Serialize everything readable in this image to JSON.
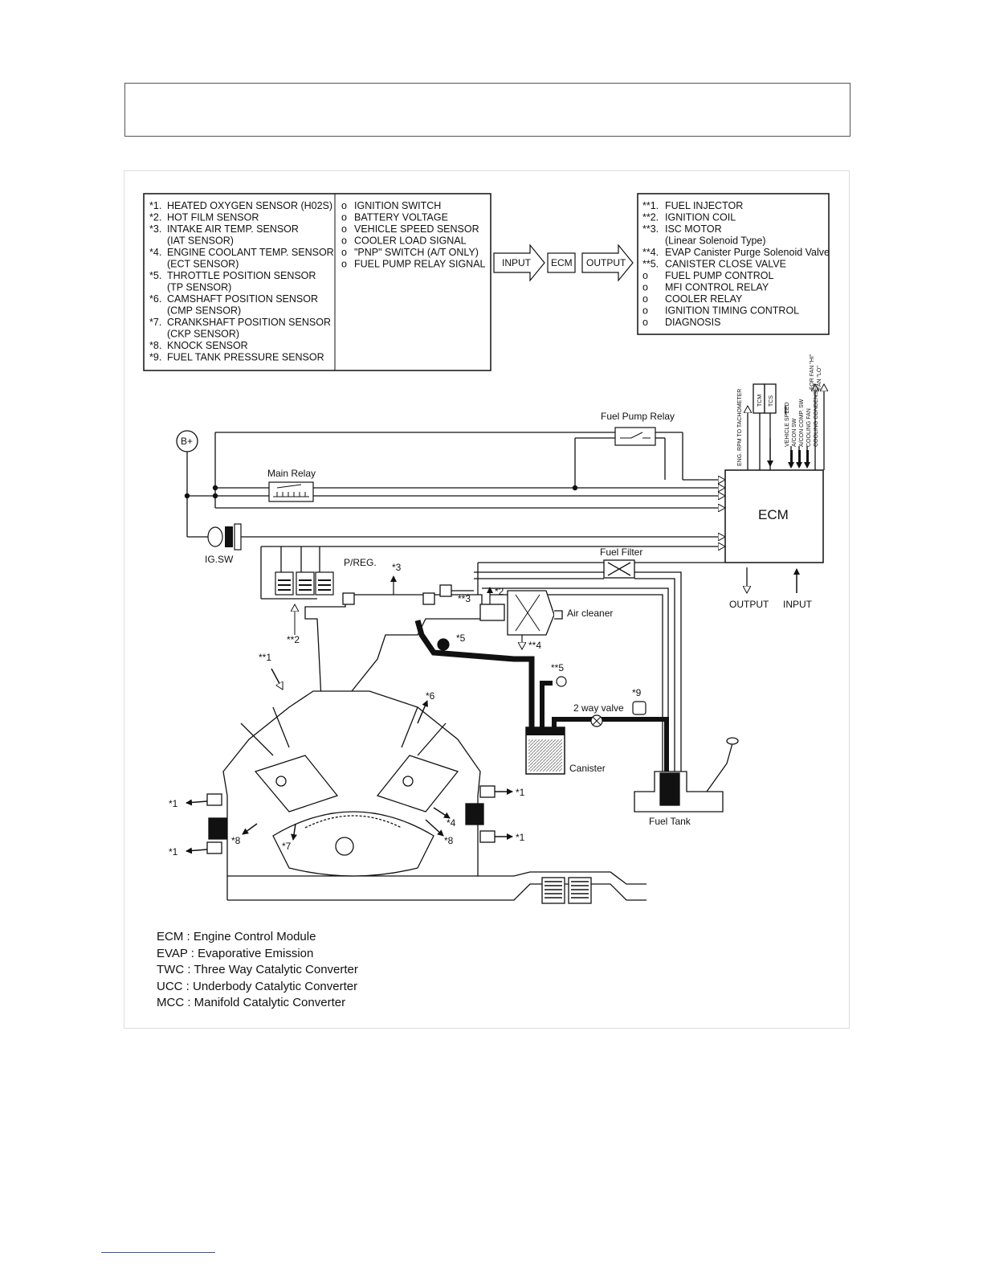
{
  "header_box": {
    "text": ""
  },
  "inputs_sensors": [
    [
      "*1.",
      "HEATED OXYGEN SENSOR (H02S)"
    ],
    [
      "*2.",
      "HOT FILM SENSOR"
    ],
    [
      "*3.",
      "INTAKE AIR TEMP. SENSOR"
    ],
    [
      "",
      "(IAT SENSOR)"
    ],
    [
      "*4.",
      "ENGINE COOLANT TEMP. SENSOR"
    ],
    [
      "",
      "(ECT SENSOR)"
    ],
    [
      "*5.",
      "THROTTLE POSITION SENSOR"
    ],
    [
      "",
      "(TP SENSOR)"
    ],
    [
      "*6.",
      "CAMSHAFT POSITION SENSOR"
    ],
    [
      "",
      "(CMP SENSOR)"
    ],
    [
      "*7.",
      "CRANKSHAFT POSITION SENSOR"
    ],
    [
      "",
      "(CKP SENSOR)"
    ],
    [
      "*8.",
      "KNOCK SENSOR"
    ],
    [
      "*9.",
      "FUEL TANK PRESSURE SENSOR"
    ]
  ],
  "inputs_signals": [
    [
      "o",
      "IGNITION SWITCH"
    ],
    [
      "o",
      "BATTERY VOLTAGE"
    ],
    [
      "o",
      "VEHICLE SPEED SENSOR"
    ],
    [
      "o",
      "COOLER LOAD SIGNAL"
    ],
    [
      "o",
      "\"PNP\" SWITCH (A/T ONLY)"
    ],
    [
      "o",
      "FUEL PUMP RELAY SIGNAL"
    ]
  ],
  "flow": {
    "input": "INPUT",
    "ecm": "ECM",
    "output": "OUTPUT"
  },
  "outputs": [
    [
      "**1.",
      "FUEL INJECTOR"
    ],
    [
      "**2.",
      "IGNITION COIL"
    ],
    [
      "**3.",
      "ISC MOTOR"
    ],
    [
      "",
      "(Linear Solenoid Type)"
    ],
    [
      "**4.",
      "EVAP Canister Purge Solenoid Valve"
    ],
    [
      "**5.",
      "CANISTER CLOSE VALVE"
    ],
    [
      "o",
      "FUEL PUMP CONTROL"
    ],
    [
      "o",
      "MFI CONTROL RELAY"
    ],
    [
      "o",
      "COOLER RELAY"
    ],
    [
      "o",
      "IGNITION TIMING CONTROL"
    ],
    [
      "o",
      "DIAGNOSIS"
    ]
  ],
  "schematic": {
    "battery": "B+",
    "main_relay": "Main Relay",
    "fuel_pump_relay": "Fuel Pump Relay",
    "ig_sw": "IG.SW",
    "ecm": "ECM",
    "fuel_filter": "Fuel Filter",
    "p_reg": "P/REG.",
    "air_cleaner": "Air cleaner",
    "two_way_valve": "2 way valve",
    "canister": "Canister",
    "fuel_tank": "Fuel Tank",
    "output": "OUTPUT",
    "input": "INPUT",
    "ecm_signals": [
      "ENG. RPM TO TACHOMETER",
      "TCM",
      "TCS",
      "VEHICLE SPEED",
      "A/CON SW",
      "A/CON COMP. SW",
      "COOLING FAN",
      "FOR FAN \"HI\"",
      "FAN \"LO\"",
      "COOLING CONDENSER"
    ],
    "callouts": {
      "s1": "*1",
      "s3": "*3",
      "s4": "*4",
      "s5": "*5",
      "s6": "*6",
      "s7": "*7",
      "s8": "*8",
      "s9": "*9",
      "a1": "**1",
      "a2": "**2",
      "a3": "**3",
      "a4": "**4",
      "a5": "**5",
      "h2": "*2"
    }
  },
  "abbreviations": [
    "ECM : Engine Control Module",
    "EVAP : Evaporative Emission",
    "TWC : Three Way Catalytic Converter",
    "UCC : Underbody Catalytic Converter",
    "MCC : Manifold Catalytic Converter"
  ]
}
